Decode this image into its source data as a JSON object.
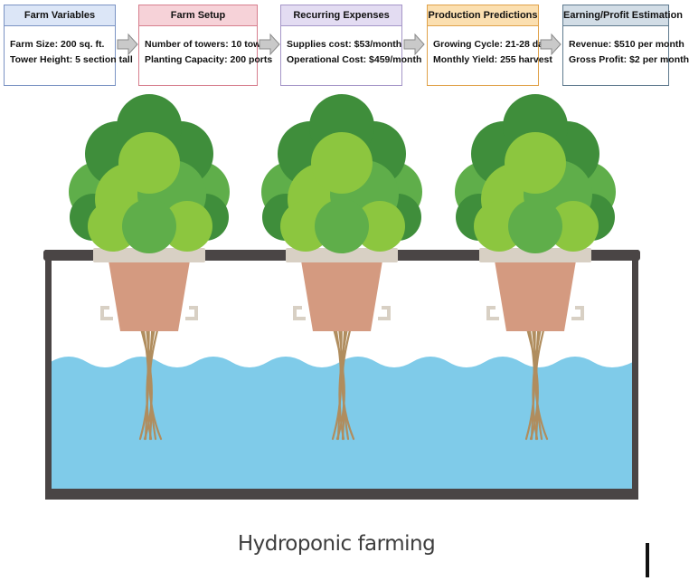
{
  "steps": [
    {
      "title": "Farm Variables",
      "lines": [
        "Farm Size: 200 sq. ft.",
        "Tower Height: 5 section tall"
      ]
    },
    {
      "title": "Farm Setup",
      "lines": [
        "Number of towers: 10 towers",
        "Planting Capacity: 200 ports"
      ]
    },
    {
      "title": "Recurring Expenses",
      "lines": [
        "Supplies cost: $53/month",
        "Operational Cost: $459/month"
      ]
    },
    {
      "title": "Production Predictions",
      "lines": [
        "Growing Cycle: 21-28 days",
        "Monthly Yield: 255 harvest"
      ]
    },
    {
      "title": "Earning/Profit Estimation",
      "lines": [
        "Revenue: $510 per month",
        "Gross Profit: $2 per month"
      ]
    }
  ],
  "illustration": {
    "caption": "Hydroponic farming",
    "plant_count": 3,
    "colors": {
      "water": "#7fcbe9",
      "tank_frame": "#4a4545",
      "pot": "#d49a80",
      "pot_rim": "#d8d0c4",
      "leaf_dark": "#3f8e3b",
      "leaf_mid": "#5fae4a",
      "leaf_light": "#8cc63f",
      "root": "#b08d5e"
    }
  }
}
